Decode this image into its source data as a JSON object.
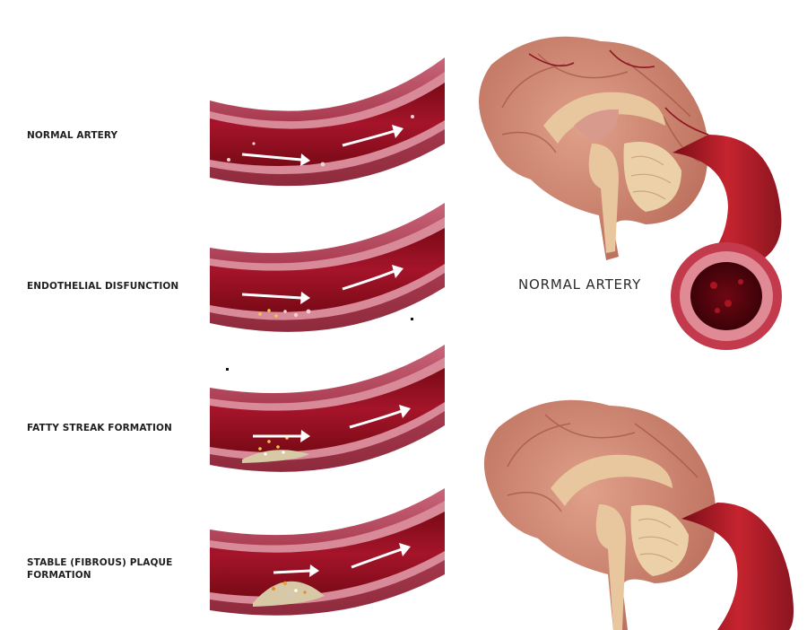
{
  "stages": [
    {
      "label": "NORMAL ARTERY"
    },
    {
      "label": "ENDOTHELIAL DISFUNCTION"
    },
    {
      "label": "FATTY STREAK FORMATION"
    },
    {
      "label": "STABLE (FIBROUS) PLAQUE",
      "label_line2": "FORMATION"
    }
  ],
  "main_label": "NORMAL ARTERY",
  "colors": {
    "vessel_wall": "#a83a4f",
    "vessel_wall_light": "#c9657a",
    "lumen": "#8e0f1c",
    "blood_flow_arrow": "#ffffff",
    "plaque": "#d8c9a6",
    "brain": "#c9826e",
    "brain_inner": "#e9c79e"
  }
}
